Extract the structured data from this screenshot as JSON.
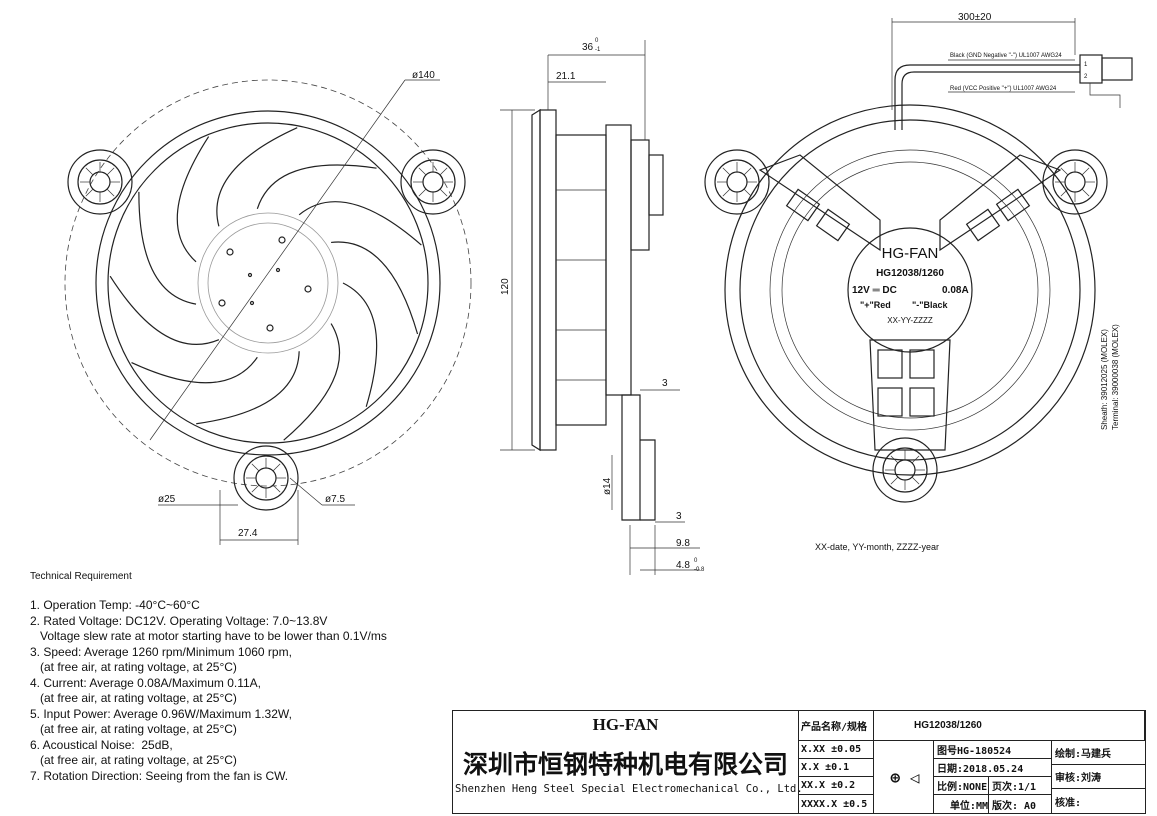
{
  "front_view": {
    "dim_outer": "ø140",
    "dim_boss": "ø25",
    "dim_hole": "ø7.5",
    "dim_boss_width": "27.4"
  },
  "side_view": {
    "dim_depth": "36",
    "dim_depth_tol_upper": "0",
    "dim_depth_tol_lower": "-1",
    "dim_frame": "21.1",
    "dim_height": "120",
    "dim_bracket": "3",
    "dim_shaft": "ø14",
    "dim_bracket2": "3",
    "dim_hub": "9.8",
    "dim_hub2": "4.8",
    "dim_hub2_tol_upper": "0",
    "dim_hub2_tol_lower": "-0.8"
  },
  "rear_view": {
    "dim_cable": "300±20",
    "wire_black": "Black (GND Negative \"-\") UL1007 AWG24",
    "wire_red": "Red (VCC Positive \"+\") UL1007 AWG24",
    "pin1": "1",
    "pin2": "2",
    "sheath": "Sheath: 39012025 (MOLEX)",
    "terminal": "Terminal: 39000038 (MOLEX)",
    "label": {
      "brand": "HG-FAN",
      "model": "HG12038/1260",
      "voltage": "12V ═ DC",
      "current": "0.08A",
      "red": "\"+\"Red",
      "black": "\"-\"Black",
      "date_code": "XX-YY-ZZZZ"
    },
    "date_legend": "XX-date, YY-month, ZZZZ-year"
  },
  "requirements": {
    "title": "Technical Requirement",
    "lines": [
      "1. Operation Temp: -40°C~60°C",
      "2. Rated Voltage: DC12V. Operating Voltage: 7.0~13.8V",
      "   Voltage slew rate at motor starting have to be lower than 0.1V/ms",
      "3. Speed: Average 1260 rpm/Minimum 1060 rpm,",
      "   (at free air, at rating voltage, at 25°C)",
      "4. Current: Average 0.08A/Maximum 0.11A,",
      "   (at free air, at rating voltage, at 25°C)",
      "5. Input Power: Average 0.96W/Maximum 1.32W,",
      "   (at free air, at rating voltage, at 25°C)",
      "6. Acoustical Noise:  25dB,",
      "   (at free air, at rating voltage, at 25°C)",
      "7. Rotation Direction: Seeing from the fan is CW."
    ]
  },
  "title_block": {
    "brand": "HG-FAN",
    "company_cn": "深圳市恒钢特种机电有限公司",
    "company_en": "Shenzhen Heng Steel Special Electromechanical Co., Ltd.",
    "product_label": "产品名称/规格",
    "product": "HG12038/1260",
    "tol": [
      "X.XX ±0.05",
      "X.X ±0.1",
      "XX.X ±0.2",
      "XXXX.X ±0.5"
    ],
    "drawing_no": "图号HG-180524",
    "date": "日期:2018.05.24",
    "scale": "比例:NONE",
    "page": "页次:1/1",
    "unit": "单位:MM",
    "version": "版次: A0",
    "drawn": "绘制:马建兵",
    "checked": "审核:刘涛",
    "approved": "核准:"
  }
}
